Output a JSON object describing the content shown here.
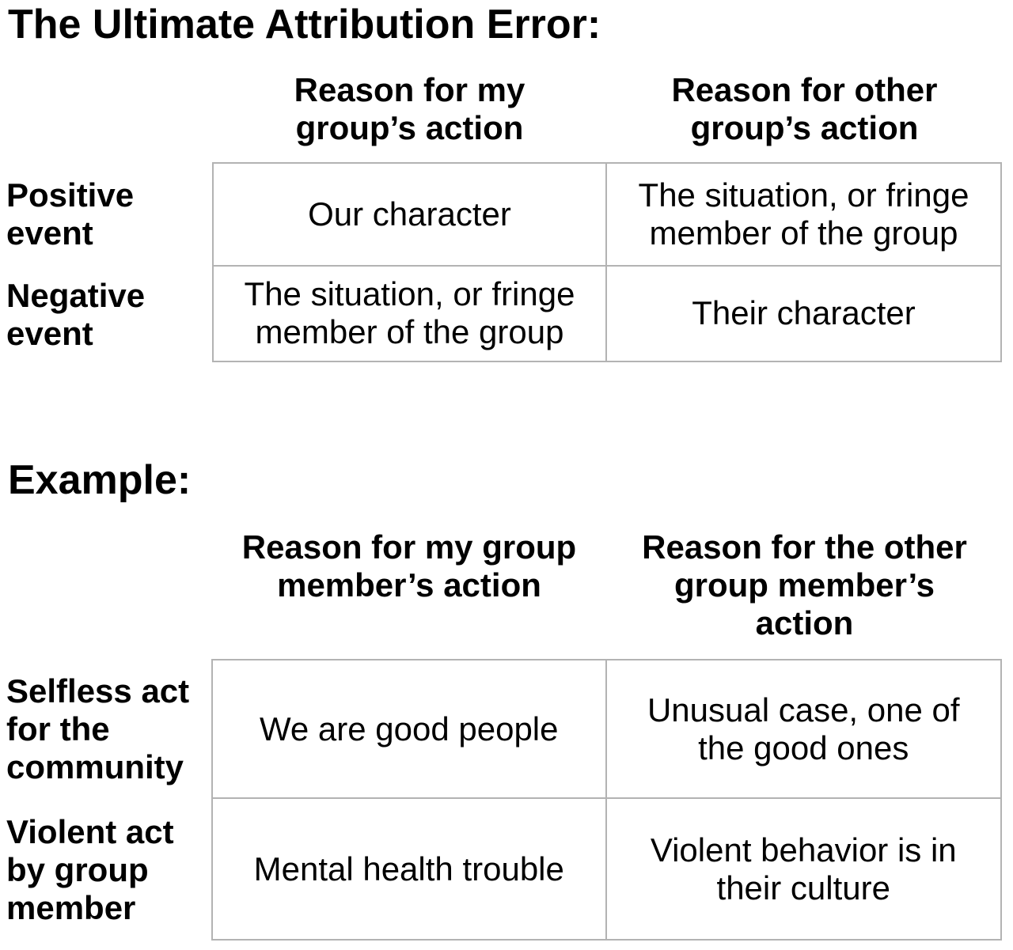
{
  "page": {
    "background": "#ffffff",
    "text_color": "#000000",
    "table_border_color": "#b3b3b3"
  },
  "section1": {
    "title": "The Ultimate Attribution Error:",
    "table": {
      "col_headers": [
        "Reason for my\ngroup’s action",
        "Reason for other\ngroup’s action"
      ],
      "rows": [
        {
          "header": "Positive\nevent",
          "cells": [
            "Our character",
            "The situation, or fringe\nmember of the group"
          ]
        },
        {
          "header": "Negative\nevent",
          "cells": [
            "The situation, or fringe\nmember of the group",
            "Their character"
          ]
        }
      ]
    }
  },
  "section2": {
    "title": "Example:",
    "table": {
      "col_headers": [
        "Reason for my group\nmember’s action",
        "Reason for the other\ngroup member’s\naction"
      ],
      "rows": [
        {
          "header": "Selfless act\nfor the\ncommunity",
          "cells": [
            "We are good people",
            "Unusual case, one of\nthe good ones"
          ]
        },
        {
          "header": "Violent act\nby group\nmember",
          "cells": [
            "Mental health trouble",
            "Violent behavior is in\ntheir culture"
          ]
        }
      ]
    }
  }
}
